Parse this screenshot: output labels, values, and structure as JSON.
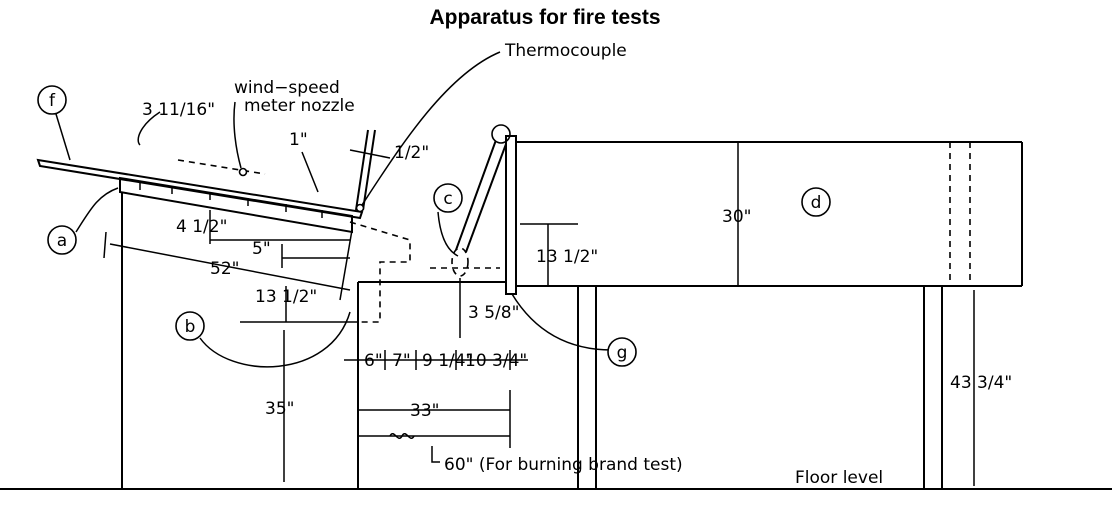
{
  "title": "Apparatus for fire tests",
  "callouts": {
    "thermocouple": "Thermocouple",
    "wind_speed_1": "wind−speed",
    "wind_speed_2": "meter nozzle",
    "floor": "Floor level",
    "brand_test": "60\" (For burning brand test)"
  },
  "parts": {
    "a": "a",
    "b": "b",
    "c": "c",
    "d": "d",
    "f": "f",
    "g": "g"
  },
  "dims": {
    "d_3_11_16": "3 11/16\"",
    "d_1_a": "1\"",
    "d_1_2": "1/2\"",
    "d_4_1_2": "4 1/2\"",
    "d_5": "5\"",
    "d_52": "52\"",
    "d_13_1_2_left": "13 1/2\"",
    "d_35": "35\"",
    "d_6": "6\"",
    "d_7": "7\"",
    "d_9_1_4": "9 1/4\"",
    "d_10_3_4": "10 3/4\"",
    "d_3_5_8": "3 5/8\"",
    "d_33": "33\"",
    "d_30": "30\"",
    "d_13_1_2_right": "13 1/2\"",
    "d_43_3_4": "43 3/4\""
  }
}
